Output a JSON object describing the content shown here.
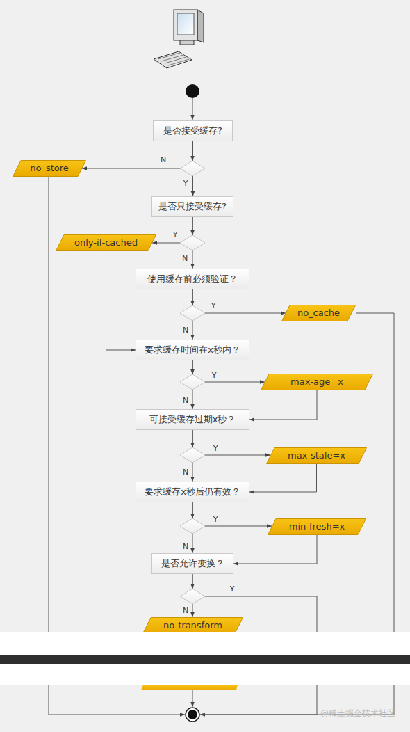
{
  "diagram": {
    "nodes": [
      {
        "text": [
          "是否接受缓存?"
        ]
      },
      {
        "text": [
          "no_store"
        ]
      },
      {
        "text": [
          "是否只接受缓存?"
        ]
      },
      {
        "text": [
          "only-if-cached"
        ]
      },
      {
        "text": [
          "使用缓存前必须验证？"
        ]
      },
      {
        "text": [
          "no_cache"
        ]
      },
      {
        "text": [
          "要求缓存时间在x秒内？"
        ]
      },
      {
        "text": [
          "max-age=x"
        ]
      },
      {
        "text": [
          "可接受缓存过期x秒？"
        ]
      },
      {
        "text": [
          "max-stale=x"
        ]
      },
      {
        "text": [
          "要求缓存x秒后仍有效？"
        ]
      },
      {
        "text": [
          "min-fresh=x"
        ]
      },
      {
        "text": [
          "是否允许变换？"
        ]
      },
      {
        "text": [
          "no-transform"
        ]
      }
    ],
    "edges": [
      {
        "from": 0,
        "to": 1,
        "arrow": "to",
        "label": "N"
      },
      {
        "from": 0,
        "to": 2,
        "arrow": "to",
        "label": "Y"
      },
      {
        "from": 2,
        "to": 3,
        "arrow": "to",
        "label": "Y"
      },
      {
        "from": 2,
        "to": 4,
        "arrow": "to",
        "label": "N"
      },
      {
        "from": 3,
        "to": 6,
        "arrow": "to"
      },
      {
        "from": 4,
        "to": 5,
        "arrow": "to",
        "label": "Y"
      },
      {
        "from": 4,
        "to": 6,
        "arrow": "to",
        "label": "N"
      },
      {
        "from": 6,
        "to": 7,
        "arrow": "to",
        "label": "Y"
      },
      {
        "from": 6,
        "to": 8,
        "arrow": "to",
        "label": "N"
      },
      {
        "from": 7,
        "to": 8,
        "arrow": "to"
      },
      {
        "from": 8,
        "to": 9,
        "arrow": "to",
        "label": "Y"
      },
      {
        "from": 8,
        "to": 10,
        "arrow": "to",
        "label": "N"
      },
      {
        "from": 9,
        "to": 10,
        "arrow": "to"
      },
      {
        "from": 10,
        "to": 11,
        "arrow": "to",
        "label": "Y"
      },
      {
        "from": 10,
        "to": 12,
        "arrow": "to",
        "label": "N"
      },
      {
        "from": 11,
        "to": 12,
        "arrow": "to"
      },
      {
        "from": 12,
        "to": 13,
        "arrow": "to",
        "label": "N"
      }
    ],
    "labels": [
      "Y",
      "@稀土掘金技术社区"
    ]
  }
}
